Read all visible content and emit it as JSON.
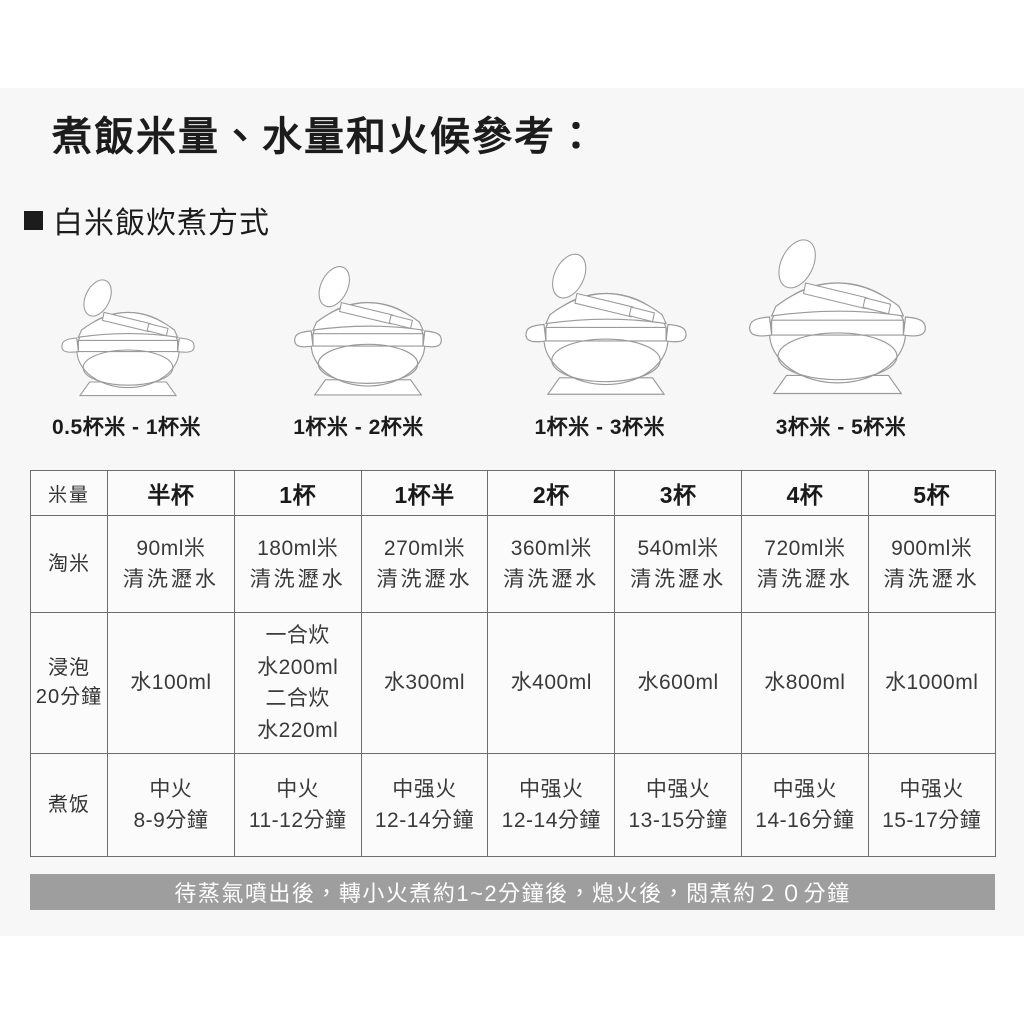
{
  "page": {
    "title": "煮飯米量、水量和火候參考：",
    "section_bullet": "black-square",
    "section_title": "白米飯炊煮方式",
    "background_color": "#f7f7f7",
    "note_bar_color": "#9e9e9e"
  },
  "pots": [
    {
      "caption": "0.5杯米 - 1杯米",
      "size_label": "xs"
    },
    {
      "caption": "1杯米 - 2杯米",
      "size_label": "s"
    },
    {
      "caption": "1杯米 - 3杯米",
      "size_label": "m"
    },
    {
      "caption": "3杯米 - 5杯米",
      "size_label": "l"
    }
  ],
  "table": {
    "corner_label": "米量",
    "columns": [
      "半杯",
      "1杯",
      "1杯半",
      "2杯",
      "3杯",
      "4杯",
      "5杯"
    ],
    "rows": [
      {
        "label_main": "淘米",
        "label_sub": "",
        "cells": [
          [
            "90ml米",
            "清洗瀝水"
          ],
          [
            "180ml米",
            "清洗瀝水"
          ],
          [
            "270ml米",
            "清洗瀝水"
          ],
          [
            "360ml米",
            "清洗瀝水"
          ],
          [
            "540ml米",
            "清洗瀝水"
          ],
          [
            "720ml米",
            "清洗瀝水"
          ],
          [
            "900ml米",
            "清洗瀝水"
          ]
        ]
      },
      {
        "label_main": "浸泡",
        "label_sub": "20分鐘",
        "cells": [
          [
            "水100ml"
          ],
          [
            "一合炊",
            "水200ml",
            "二合炊",
            "水220ml"
          ],
          [
            "水300ml"
          ],
          [
            "水400ml"
          ],
          [
            "水600ml"
          ],
          [
            "水800ml"
          ],
          [
            "水1000ml"
          ]
        ]
      },
      {
        "label_main": "煮饭",
        "label_sub": "",
        "cells": [
          [
            "中火",
            "8-9分鐘"
          ],
          [
            "中火",
            "11-12分鐘"
          ],
          [
            "中强火",
            "12-14分鐘"
          ],
          [
            "中强火",
            "12-14分鐘"
          ],
          [
            "中强火",
            "13-15分鐘"
          ],
          [
            "中强火",
            "14-16分鐘"
          ],
          [
            "中强火",
            "15-17分鐘"
          ]
        ]
      }
    ]
  },
  "note": "待蒸氣噴出後，轉小火煮約1~2分鐘後，熄火後，悶煮約２０分鐘"
}
